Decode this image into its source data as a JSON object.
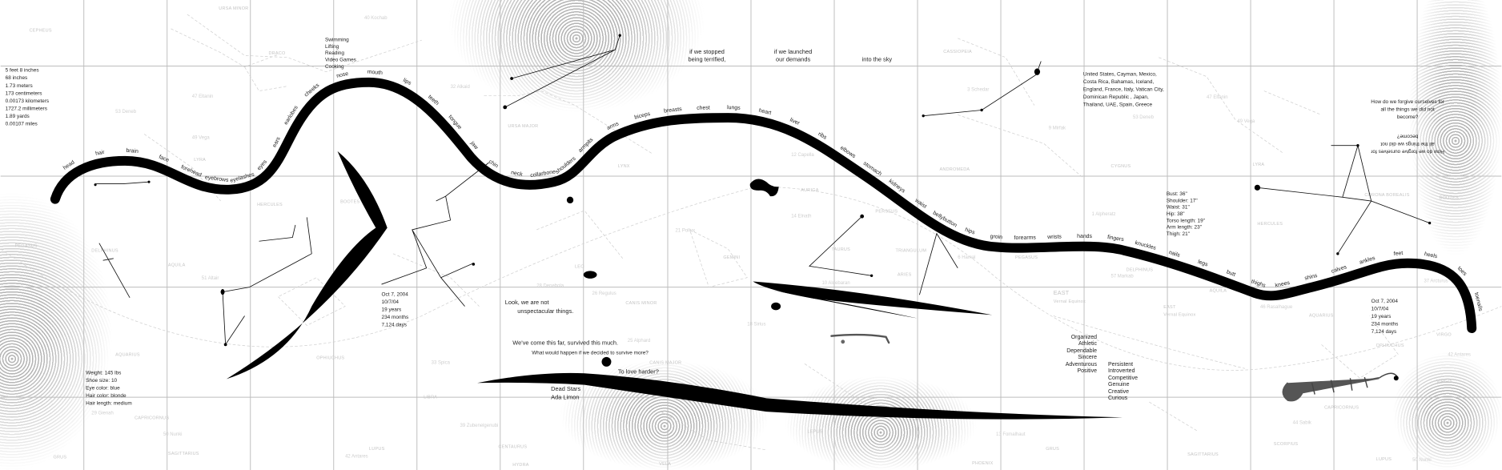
{
  "stats": {
    "lines": [
      "5 feet 8 inches",
      "68 inches",
      "1.73 meters",
      "173 centimeters",
      "0.00173 kilometers",
      "1727.2 millimeters",
      "1.89 yards",
      "0.00107 miles"
    ]
  },
  "hobbies": {
    "lines": [
      "Swimming",
      "Lifting",
      "Reading",
      "Video Games",
      "Cooking"
    ]
  },
  "phrases": {
    "stopped": [
      "if we stopped",
      "being terrified,"
    ],
    "launched": [
      "if we launched",
      "our demands"
    ],
    "sky": "into the sky",
    "look": [
      "Look, we are not",
      "unspectacular things."
    ],
    "come_far": "We've come this far, survived this much.",
    "what_if": "What would happen if we decided to survive more?",
    "love_harder": "To love harder?",
    "forgive": [
      "How do we forgive ourselves for",
      "all the things we did not",
      "become?"
    ]
  },
  "countries": {
    "lines": [
      "United States, Cayman, Mexico,",
      "Costa Rica, Bahamas, Iceland,",
      "England, France, Italy, Vatican City,",
      "Dominican Republic , Japan,",
      "Thailand, UAE, Spain, Greece"
    ]
  },
  "measurements": {
    "lines": [
      "Bust: 36\"",
      "Shoulder: 17\"",
      "Waist: 31\"",
      "Hip: 38\"",
      "Torso length: 19\"",
      "Arm length: 23\"",
      "Thigh: 21\""
    ]
  },
  "birth_left": {
    "lines": [
      "Oct 7, 2004",
      "10/7/04",
      "19 years",
      "234 months",
      "7,124 days"
    ]
  },
  "birth_right": {
    "lines": [
      "Oct 7, 2004",
      "10/7/04",
      "19 years",
      "234 months",
      "7,124 days"
    ]
  },
  "physical": {
    "lines": [
      "Weight: 145 lbs",
      "Shoe size: 10",
      "Eye color: blue",
      "Hair color: blonde",
      "Hair length: medium"
    ]
  },
  "traits_left": {
    "lines": [
      "Organized",
      "Athletic",
      "Dependable",
      "Sincere",
      "Adventurous",
      "Positive"
    ]
  },
  "traits_right": {
    "lines": [
      "Persistent",
      "Introverted",
      "Competitive",
      "Genuine",
      "Creative",
      "Curious"
    ]
  },
  "poem": {
    "title": "Dead Stars",
    "author": "Ada Limon"
  },
  "body_parts": [
    "head",
    "hair",
    "brain",
    "face",
    "forehead",
    "eyebrows",
    "eyelashes",
    "eyes",
    "ears",
    "earlobes",
    "cheeks",
    "nose",
    "mouth",
    "lips",
    "teeth",
    "tongue",
    "jaw",
    "chin",
    "neck",
    "collarbone",
    "shoulders",
    "armpits",
    "arms",
    "biceps",
    "breasts",
    "chest",
    "lungs",
    "heart",
    "liver",
    "ribs",
    "elbows",
    "stomach",
    "kidneys",
    "waist",
    "bellybutton",
    "hips",
    "groin",
    "forearms",
    "wrists",
    "hands",
    "fingers",
    "knuckles",
    "nails",
    "legs",
    "butt",
    "thighs",
    "knees",
    "shins",
    "calves",
    "ankles",
    "feet",
    "heels",
    "toes",
    "toenails"
  ],
  "constellations": {
    "ursa_minor": "URSA MINOR",
    "draco": "DRACO",
    "draco2": "DRACO",
    "ursa_major": "URSA MAJOR",
    "cassiopeia": "CASSIOPEIA",
    "andromeda": "ANDROMEDA",
    "pegasus": "PEGASUS",
    "pegasus2": "PEGASUS",
    "cygnus": "CYGNUS",
    "lyra": "LYRA",
    "lyra2": "LYRA",
    "hercules": "HERCULES",
    "hercules2": "HERCULES",
    "bootes": "BOOTES",
    "bootes2": "BOOTES",
    "corona": "CORONA BOREALIS",
    "aquila": "AQUILA",
    "aquila2": "AQUILA",
    "delphinus": "DELPHINUS",
    "delphinus2": "DELPHINUS",
    "aquarius": "AQUARIUS",
    "aquarius2": "AQUARIUS",
    "capricornus": "CAPRICORNUS",
    "capricornus2": "CAPRICORNUS",
    "ophiuchus": "OPHIUCHUS",
    "ophiuchus2": "OPHIUCHUS",
    "libra": "LIBRA",
    "hydra": "HYDRA",
    "leo": "LEO",
    "gemini": "GEMINI",
    "taurus": "TAURUS",
    "auriga": "AURIGA",
    "lynx": "LYNX",
    "perseus": "PERSEUS",
    "aries": "ARIES",
    "canis_major": "CANIS MAJOR",
    "canis_minor": "CANIS MINOR",
    "lepus": "LEPUS",
    "sagittarius": "SAGITTARIUS",
    "sagittarius2": "SAGITTARIUS",
    "scorpius": "SCORPIUS",
    "virgo": "VIRGO",
    "virgo2": "VIRGO",
    "centaurus": "CENTAURUS",
    "lupus": "LUPUS",
    "lupus2": "LUPUS",
    "vela": "VELA",
    "phoenix": "PHOENIX",
    "grus": "GRUS",
    "grus2": "GRUS",
    "cepheus": "CEPHEUS",
    "triangulum": "TRIANGULUM",
    "east": "EAST",
    "vernal": "Vernal Equinox",
    "east2": "EAST",
    "vernal2": "Vernal Equinox"
  },
  "stars": {
    "deneb": "53  Deneb",
    "vega": "49  Vega",
    "eltanin": "47  Eltanin",
    "alkaid": "32  Alkaid",
    "kochab": "40  Kochab",
    "sirius": "18  Sirius",
    "alphard": "25  Alphard",
    "aldebaran": "10  Aldebaran",
    "pollux": "21  Pollux",
    "regulus": "26  Regulus",
    "denebola": "28  Denebola",
    "elnath": "14  Elnath",
    "capella": "12  Capella",
    "mirfak": "9  Mirfak",
    "schedar": "3  Schedar",
    "alpheratz": "1  Alpheratz",
    "rasalhague": "46  Rasalhague",
    "arcturus": "37  Arcturus",
    "antares": "42  Antares",
    "sabik": "44  Sabik",
    "nunki": "50  Nunki",
    "zuben": "39  Zubenelgenubi",
    "gienah": "29  Gienah",
    "fomalhaut": "13  Fomalhaut",
    "spica": "33  Spica",
    "markab": "57  Markab",
    "hamal": "6  Hamal",
    "altair": "51  Altair",
    "deneb2": "53  Deneb",
    "vega2": "49  Vega",
    "eltanin2": "47  Eltanin",
    "antares2": "42  Antares",
    "nunki2": "50  Nunki"
  }
}
